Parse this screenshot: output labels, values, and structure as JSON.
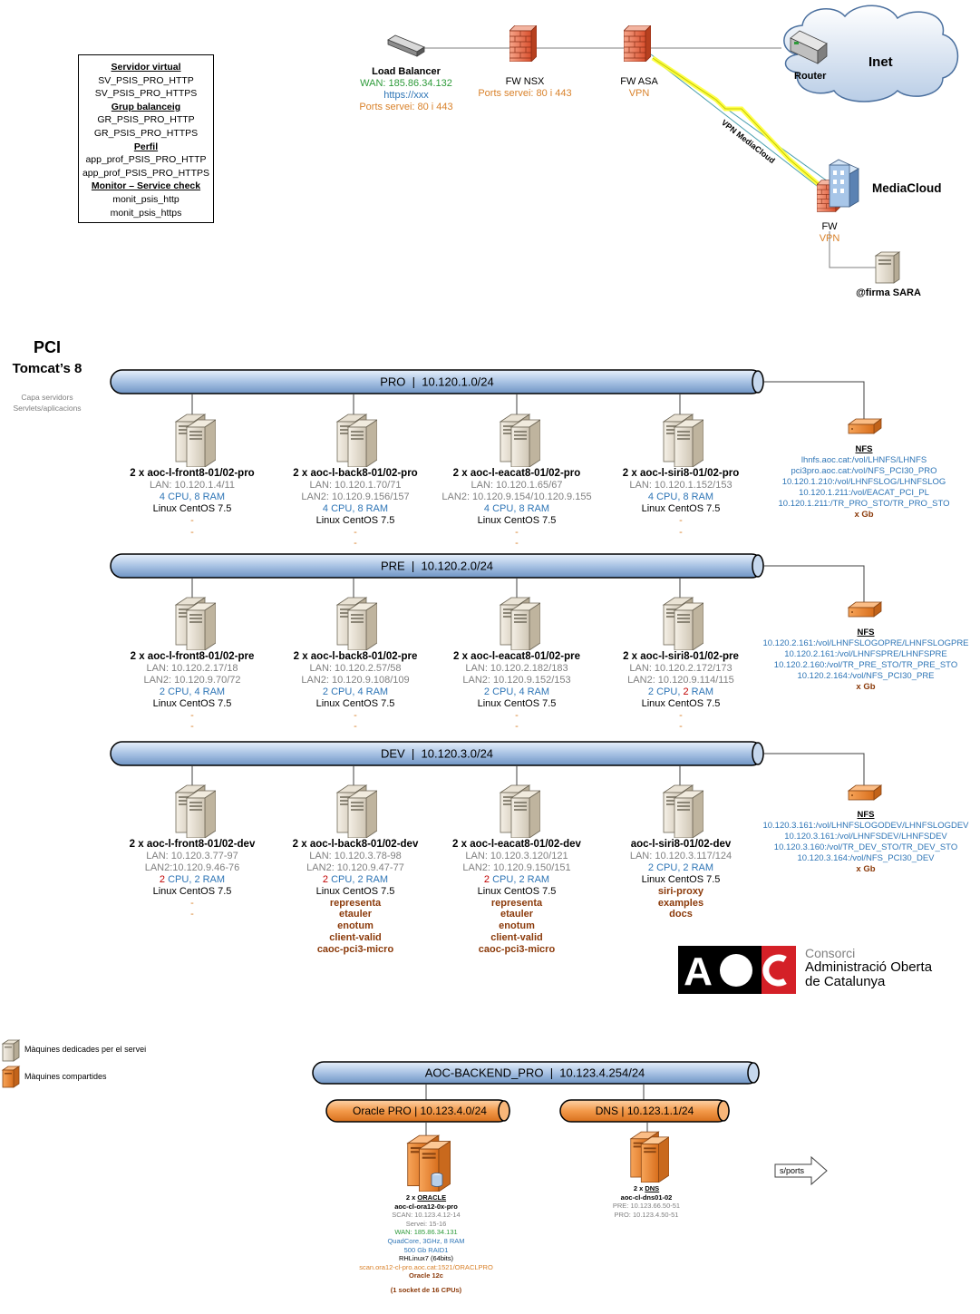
{
  "legend": {
    "lines": [
      {
        "text": "Servidor virtual",
        "head": true
      },
      {
        "text": "SV_PSIS_PRO_HTTP",
        "head": false
      },
      {
        "text": "SV_PSIS_PRO_HTTPS",
        "head": false
      },
      {
        "text": "Grup balanceig",
        "head": true
      },
      {
        "text": "GR_PSIS_PRO_HTTP",
        "head": false
      },
      {
        "text": "GR_PSIS_PRO_HTTPS",
        "head": false
      },
      {
        "text": "Perfil",
        "head": true
      },
      {
        "text": "app_prof_PSIS_PRO_HTTP",
        "head": false
      },
      {
        "text": "app_prof_PSIS_PRO_HTTPS",
        "head": false
      },
      {
        "text": "Monitor – Service check",
        "head": true
      },
      {
        "text": "monit_psis_http",
        "head": false
      },
      {
        "text": "monit_psis_https",
        "head": false
      }
    ]
  },
  "top": {
    "lb_title": "Load Balancer",
    "lb_wan": "WAN: 185.86.34.132",
    "lb_url": "https://xxx",
    "lb_ports": "Ports servei: 80 i 443",
    "fw_nsx": "FW NSX",
    "fw_nsx_ports": "Ports servei: 80 i 443",
    "fw_asa": "FW ASA",
    "fw_asa_vpn": "VPN",
    "router": "Router",
    "inet": "Inet",
    "vpn_link": "VPN MediaCloud",
    "mediacloud": "MediaCloud",
    "fw": "FW",
    "fw_vpn": "VPN",
    "firma": "@firma SARA"
  },
  "pci": {
    "title": "PCI",
    "subtitle": "Tomcat’s 8",
    "caption1": "Capa servidors",
    "caption2": "Servlets/aplicacions"
  },
  "pipes": {
    "pro": {
      "name": "PRO",
      "net": "10.120.1.0/24"
    },
    "pre": {
      "name": "PRE",
      "net": "10.120.2.0/24"
    },
    "dev": {
      "name": "DEV",
      "net": "10.120.3.0/24"
    },
    "backend": {
      "name": "AOC-BACKEND_PRO",
      "net": "10.123.4.254/24"
    },
    "oracle": {
      "name": "Oracle PRO",
      "net": "10.123.4.0/24"
    },
    "dns": {
      "name": "DNS",
      "net": "10.123.1.1/24"
    }
  },
  "pro_servers": [
    {
      "name": "2 x aoc-l-front8-01/02-pro",
      "lan": "LAN: 10.120.1.4/11",
      "lan2": "",
      "cpu": "4 CPU, 8 RAM",
      "os": "Linux CentOS 7.5",
      "dash1": "-",
      "dash2": "-"
    },
    {
      "name": "2 x aoc-l-back8-01/02-pro",
      "lan": "LAN: 10.120.1.70/71",
      "lan2": "LAN2: 10.120.9.156/157",
      "cpu": "4 CPU, 8 RAM",
      "os": "Linux CentOS 7.5",
      "dash1": "-",
      "dash2": "-"
    },
    {
      "name": "2 x aoc-l-eacat8-01/02-pro",
      "lan": "LAN: 10.120.1.65/67",
      "lan2": "LAN2: 10.120.9.154/10.120.9.155",
      "cpu": "4 CPU, 8 RAM",
      "os": "Linux CentOS 7.5",
      "dash1": "-",
      "dash2": "-"
    },
    {
      "name": "2 x aoc-l-siri8-01/02-pro",
      "lan": "LAN: 10.120.1.152/153",
      "lan2": "",
      "cpu": "4 CPU, 8 RAM",
      "os": "Linux CentOS 7.5",
      "dash1": "-",
      "dash2": "-"
    }
  ],
  "pre_servers": [
    {
      "name": "2 x aoc-l-front8-01/02-pre",
      "lan": "LAN: 10.120.2.17/18",
      "lan2": "LAN2: 10.120.9.70/72",
      "cpu_a": "2",
      "cpu_b": " CPU, 4 RAM",
      "cpu_b_pre": "",
      "os": "Linux CentOS 7.5",
      "dash1": "-",
      "dash2": "-"
    },
    {
      "name": "2 x aoc-l-back8-01/02-pre",
      "lan": "LAN: 10.120.2.57/58",
      "lan2": "LAN2: 10.120.9.108/109",
      "cpu_a": "2",
      "cpu_b": " CPU, 4 RAM",
      "os": "Linux CentOS 7.5",
      "dash1": "-",
      "dash2": "-"
    },
    {
      "name": "2 x aoc-l-eacat8-01/02-pre",
      "lan": "LAN: 10.120.2.182/183",
      "lan2": "LAN2: 10.120.9.152/153",
      "cpu_a": "2",
      "cpu_b": " CPU, 4 RAM",
      "os": "Linux CentOS 7.5",
      "dash1": "-",
      "dash2": "-"
    },
    {
      "name": "2 x aoc-l-siri8-01/02-pre",
      "lan": "LAN: 10.120.2.172/173",
      "lan2": "LAN2: 10.120.9.114/115",
      "cpu_a": "2 CPU, ",
      "cpu_b": "2",
      "cpu_c": " RAM",
      "os": "Linux CentOS 7.5",
      "dash1": "-",
      "dash2": "-"
    }
  ],
  "dev_servers": [
    {
      "name": "2 x aoc-l-front8-01/02-dev",
      "lan": "LAN: 10.120.3.77-97",
      "lan2": "LAN2:10.120.9.46-76",
      "cpu_red": "2",
      "cpu_rest": " CPU, 2 RAM",
      "os": "Linux CentOS 7.5",
      "extra": [],
      "dash1": "-",
      "dash2": "-"
    },
    {
      "name": "2 x aoc-l-back8-01/02-dev",
      "lan": "LAN: 10.120.3.78-98",
      "lan2": "LAN2: 10.120.9.47-77",
      "cpu_red": "2",
      "cpu_rest": " CPU, 2 RAM",
      "os": "Linux CentOS 7.5",
      "extra": [
        "representa",
        "etauler",
        "enotum",
        "client-valid",
        "caoc-pci3-micro"
      ]
    },
    {
      "name": "2 x aoc-l-eacat8-01/02-dev",
      "lan": "LAN: 10.120.3.120/121",
      "lan2": "LAN2: 10.120.9.150/151",
      "cpu_red": "2",
      "cpu_rest": " CPU, 2 RAM",
      "os": "Linux CentOS 7.5",
      "extra": [
        "representa",
        "etauler",
        "enotum",
        "client-valid",
        "caoc-pci3-micro"
      ]
    },
    {
      "name": "aoc-l-siri8-01/02-dev",
      "lan": "LAN: 10.120.3.117/124",
      "lan2": "",
      "cpu_red": "",
      "cpu_rest": "2 CPU, 2 RAM",
      "os": "Linux CentOS 7.5",
      "extra": [
        "siri-proxy",
        "examples",
        "docs"
      ]
    }
  ],
  "nfs": {
    "pro": {
      "title": "NFS",
      "lines": [
        "lhnfs.aoc.cat:/vol/LHNFS/LHNFS",
        "pci3pro.aoc.cat:/vol/NFS_PCI30_PRO",
        "10.120.1.210:/vol/LHNFSLOG/LHNFSLOG",
        "10.120.1.211:/vol/EACAT_PCI_PL",
        "10.120.1.211:/TR_PRO_STO/TR_PRO_STO"
      ],
      "size": "x Gb"
    },
    "pre": {
      "title": "NFS",
      "lines": [
        "10.120.2.161:/vol/LHNFSLOGOPRE/LHNFSLOGPRE",
        "10.120.2.161:/vol/LHNFSPRE/LHNFSPRE",
        "10.120.2.160:/vol/TR_PRE_STO/TR_PRE_STO",
        "10.120.2.164:/vol/NFS_PCI30_PRE"
      ],
      "size": "x Gb"
    },
    "dev": {
      "title": "NFS",
      "lines": [
        "10.120.3.161:/vol/LHNFSLOGODEV/LHNFSLOGDEV",
        "10.120.3.161:/vol/LHNFSDEV/LHNFSDEV",
        "10.120.3.160:/vol/TR_DEV_STO/TR_DEV_STO",
        "10.120.3.164:/vol/NFS_PCI30_DEV"
      ],
      "size": "x Gb"
    }
  },
  "aoc": {
    "letters": "AOC",
    "line1": "Consorci",
    "line2": "Administració Oberta",
    "line3": "de Catalunya"
  },
  "keys": {
    "dedicated": "Màquines dedicades per el servei",
    "shared": "Màquines compartides"
  },
  "oracle": {
    "count": "2 x ",
    "title": "ORACLE",
    "host": "aoc-cl-ora12-0x-pro",
    "scan": "SCAN: 10.123.4.12-14",
    "servei": "Servei: 15-16",
    "wan": "WAN: 185.86.34.131",
    "hw": "QuadCore, 3GHz, 8 RAM",
    "disk": "500 Gb RAID1",
    "os": "RHLinux7 (64bits)",
    "conn": "scan.ora12-cl-pro.aoc.cat:1521/ORACLPRO",
    "ver": "Oracle 12c",
    "cpus": "(1 socket de 16 CPUs)"
  },
  "dns": {
    "count": "2 x ",
    "title": "DNS",
    "host": "aoc-cl-dns01-02",
    "pre": "PRE: 10.123.66.50-51",
    "pro": "PRO: 10.123.4.50-51"
  },
  "sports": "s/ports",
  "colors": {
    "pipe_blue_top": "#dbe8f7",
    "pipe_blue_bottom": "#7ea2cf",
    "pipe_orange_top": "#fbc795",
    "pipe_orange_bottom": "#e67a1f",
    "aoc_red": "#d42027"
  }
}
